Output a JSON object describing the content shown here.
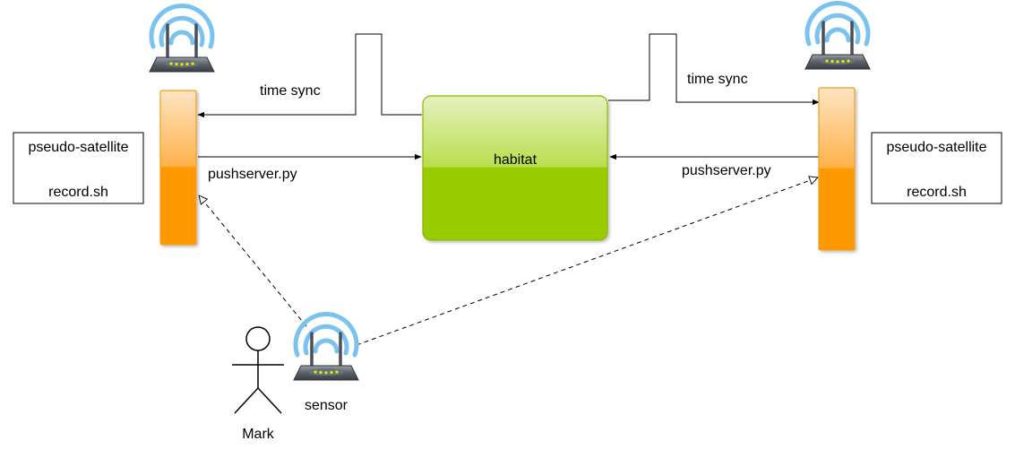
{
  "left_note": {
    "line1": "pseudo-satellite",
    "line2": "record.sh"
  },
  "right_note": {
    "line1": "pseudo-satellite",
    "line2": "record.sh"
  },
  "habitat": {
    "label": "habitat"
  },
  "edges": {
    "left_time_sync": "time sync",
    "right_time_sync": "time sync",
    "left_push": "pushserver.py",
    "right_push": "pushserver.py"
  },
  "sensor": {
    "label": "sensor",
    "icon": "wireless-router-icon"
  },
  "actor": {
    "label": "Mark",
    "icon": "stick-figure-icon"
  },
  "colors": {
    "bar_light": "#fed7a0",
    "bar_dark": "#ff9900",
    "bar_border": "#f0a020",
    "habitat_light": "#e4efb8",
    "habitat_dark": "#99cc00",
    "habitat_border": "#88b800",
    "wifi": "#7bc3ef",
    "router_body": "#555b63",
    "router_led": "#e5f000"
  }
}
